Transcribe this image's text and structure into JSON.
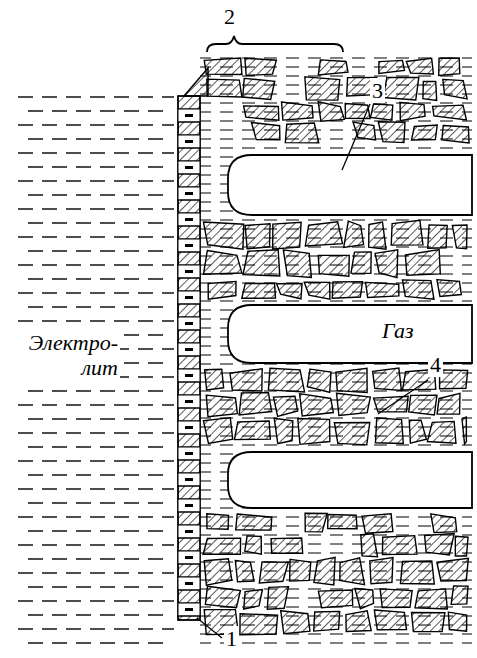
{
  "diagram": {
    "labels": [
      "2",
      "3",
      "Электро- лит",
      "Газ",
      "4",
      "1"
    ]
  }
}
